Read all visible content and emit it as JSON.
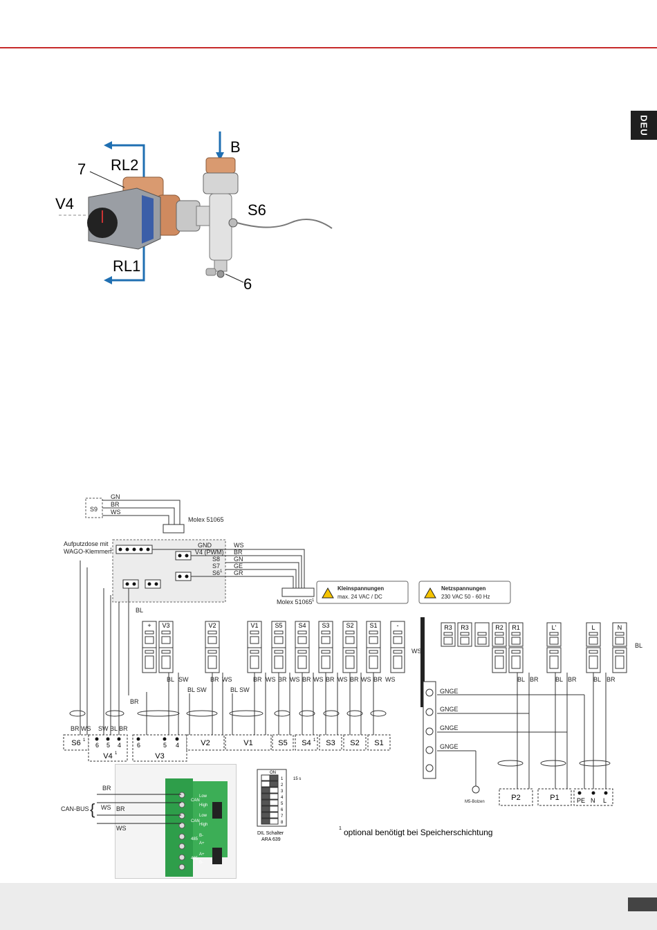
{
  "side_tab": {
    "label": "DEU"
  },
  "photo": {
    "labels": {
      "b": "B",
      "rl2": "RL2",
      "seven": "7",
      "v4": "V4",
      "s6": "S6",
      "rl1": "RL1",
      "six": "6"
    }
  },
  "wiring": {
    "s9_label": "S9",
    "s9_wires": [
      "GN",
      "BR",
      "WS"
    ],
    "molex_top": "Molex 51065",
    "aufputz": [
      "Aufputzdose mit",
      "WAGO-Klemmen"
    ],
    "aufputz_sup": "1",
    "bus_signals": [
      "GND",
      "V4 (PWM)",
      "S8",
      "S7",
      "S6"
    ],
    "bus_s6_sup": "1",
    "bus_colors": [
      "WS",
      "BR",
      "GN",
      "GE",
      "GR"
    ],
    "molex_bottom": "Molex 51065",
    "molex_bottom_sup": "1",
    "bl_label": "BL",
    "warn_low_title": "Kleinspannungen",
    "warn_low_sub": "max. 24 VAC / DC",
    "warn_high_title": "Netzspannungen",
    "warn_high_sub": "230 VAC 50 - 60 Hz",
    "terminals_low": [
      "+",
      "V3",
      "V2",
      "V1",
      "S5",
      "S4",
      "S3",
      "S2",
      "S1",
      "-"
    ],
    "terminals_high": [
      "R3",
      "R3",
      "",
      "R2",
      "R1",
      "L'",
      "L",
      "N"
    ],
    "ws_right": "WS",
    "bl_right": "BL",
    "wire_colors_row": [
      "BL",
      "SW",
      "BR",
      "WS",
      "BR",
      "WS",
      "BR",
      "WS",
      "BR",
      "WS",
      "BR",
      "WS",
      "BR",
      "WS",
      "BR",
      "WS"
    ],
    "wire_colors_high": [
      "BL",
      "BR",
      "BL",
      "BR",
      "BL",
      "BR"
    ],
    "bl_sw_1": "BL SW",
    "bl_sw_2": "BL SW",
    "br_small": "BR",
    "pe_labels": [
      "GNGE",
      "GNGE",
      "GNGE",
      "GNGE"
    ],
    "ms_bolzen": "M5-Bolzen",
    "cable_labels_s6": "BR WS",
    "cable_labels_v4": "SW BL BR",
    "devices": [
      "S6",
      "V4",
      "V3",
      "V2",
      "V1",
      "S5",
      "S4",
      "S3",
      "S2",
      "S1"
    ],
    "device_sups": {
      "S6": "1",
      "V4": "1",
      "S4": "1"
    },
    "v4_pins": [
      "6",
      "5",
      "4"
    ],
    "v3_pins": [
      "6",
      "5",
      "4"
    ],
    "devices_high": [
      "P2",
      "P1"
    ],
    "supply_pins": [
      "PE",
      "N",
      "L"
    ],
    "can_bus": "CAN-BUS",
    "can_wires": [
      "BR",
      "WS",
      "BR",
      "WS"
    ],
    "pcb_labels": [
      "CAN",
      "Low",
      "High",
      "CAN",
      "Low",
      "High",
      "485",
      "B-",
      "A+",
      "485",
      "A+",
      "B-"
    ],
    "dil_title": "ON",
    "dil_numbers": [
      "1",
      "2",
      "3",
      "4",
      "5",
      "6",
      "7",
      "8"
    ],
    "dil_right": "15 s",
    "dil_caption": [
      "DIL Schalter",
      "ARA 639"
    ],
    "footnote_sup": "1",
    "footnote": "optional benötigt bei Speicherschichtung"
  }
}
